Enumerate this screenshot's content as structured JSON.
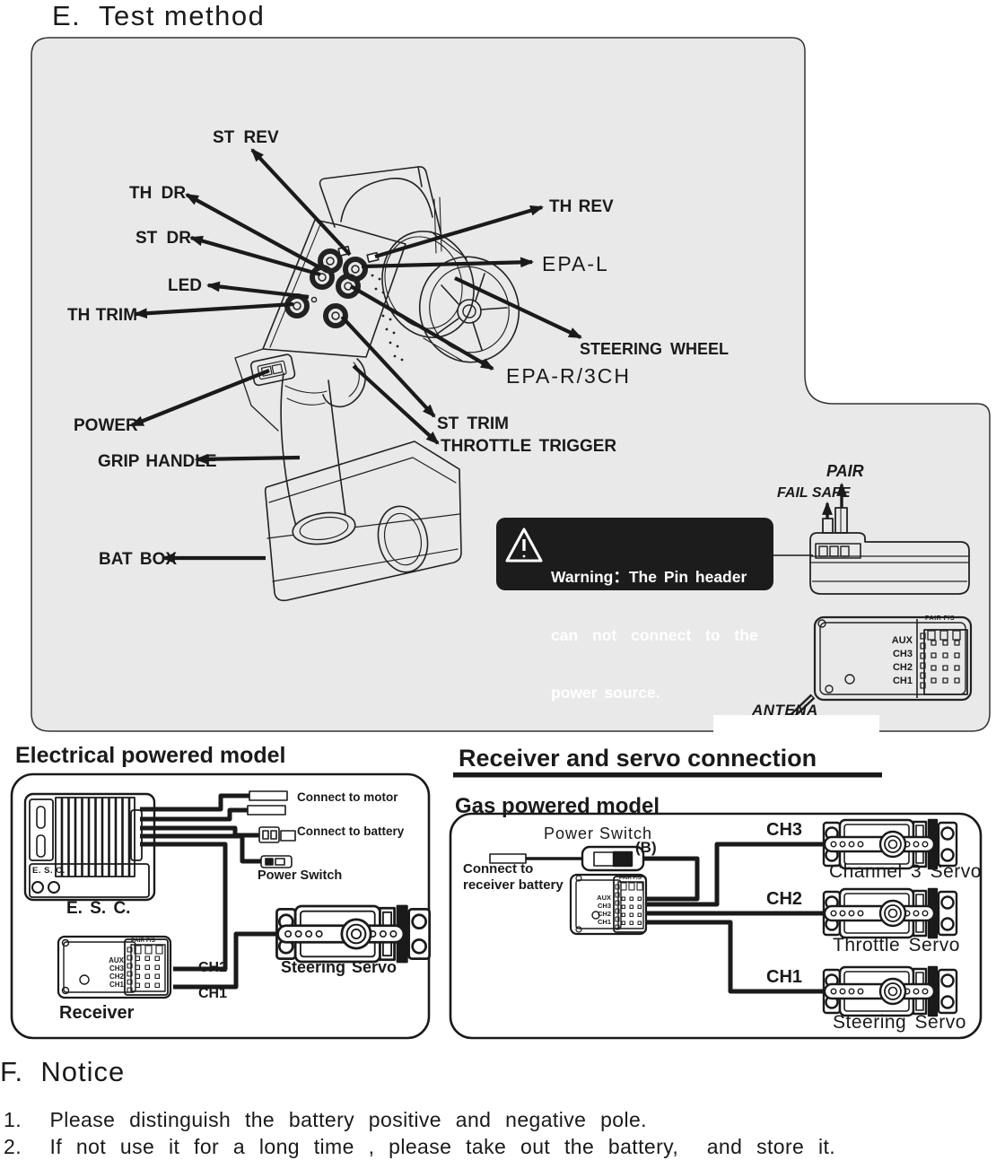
{
  "colors": {
    "ink": "#1a1a1a",
    "panel": "#e9e9e9",
    "warning_bg": "#1c1c1c",
    "white": "#ffffff"
  },
  "test_method": {
    "heading": "E.  Test method",
    "labels": {
      "st_rev": "ST REV",
      "th_dr": "TH DR",
      "st_dr": "ST DR",
      "led": "LED",
      "th_trim": "TH TRIM",
      "power": "POWER",
      "grip_handle": "GRIP HANDLE",
      "bat_box": "BAT BOX",
      "th_rev": "TH REV",
      "epa_l": "EPA-L",
      "steering_wheel": "STEERING WHEEL",
      "epa_r_3ch": "EPA-R/3CH",
      "st_trim": "ST TRIM",
      "throttle_trigger": "THROTTLE TRIGGER",
      "pair": "PAIR",
      "fail_safe": "FAIL SAFE",
      "antenna": "ANTENA"
    },
    "warning": {
      "line1": "Warning：The Pin header",
      "line2": "can not connect to the",
      "line3": "power source."
    },
    "receiver_top": {
      "pins_header": "PAIR F/S",
      "channels": [
        "AUX",
        "CH3",
        "CH2",
        "CH1"
      ]
    }
  },
  "electrical": {
    "heading": "Electrical powered model",
    "esc_label_small": "E. S. C.",
    "esc_label": "E. S. C.",
    "connect_motor": "Connect to motor",
    "connect_battery": "Connect to battery",
    "power_switch": "Power Switch",
    "receiver": {
      "pins_header": "PAIR F/S",
      "channels": [
        "AUX",
        "CH3",
        "CH2",
        "CH1"
      ]
    },
    "ch2": "CH2",
    "ch1": "CH1",
    "steering_servo": "Steering Servo",
    "receiver_label": "Receiver"
  },
  "gas": {
    "section_heading": "Receiver and servo connection",
    "heading": "Gas powered model",
    "power_switch": "Power Switch",
    "b_tag": "(B)",
    "connect_line1": "Connect to",
    "connect_line2": "receiver battery",
    "receiver": {
      "pins_header": "PAIR F/S",
      "channels": [
        "AUX",
        "CH3",
        "CH2",
        "CH1"
      ]
    },
    "ch3": "CH3",
    "ch2": "CH2",
    "ch1": "CH1",
    "servo_ch3": "Channel 3 Servo",
    "servo_throttle": "Throttle Servo",
    "servo_steering": "Steering Servo"
  },
  "notice": {
    "heading": "F.  Notice",
    "items": [
      "1.  Please distinguish the battery positive and negative pole.",
      "2.  If not use it for a long time , please take out the battery,  and store it."
    ]
  }
}
